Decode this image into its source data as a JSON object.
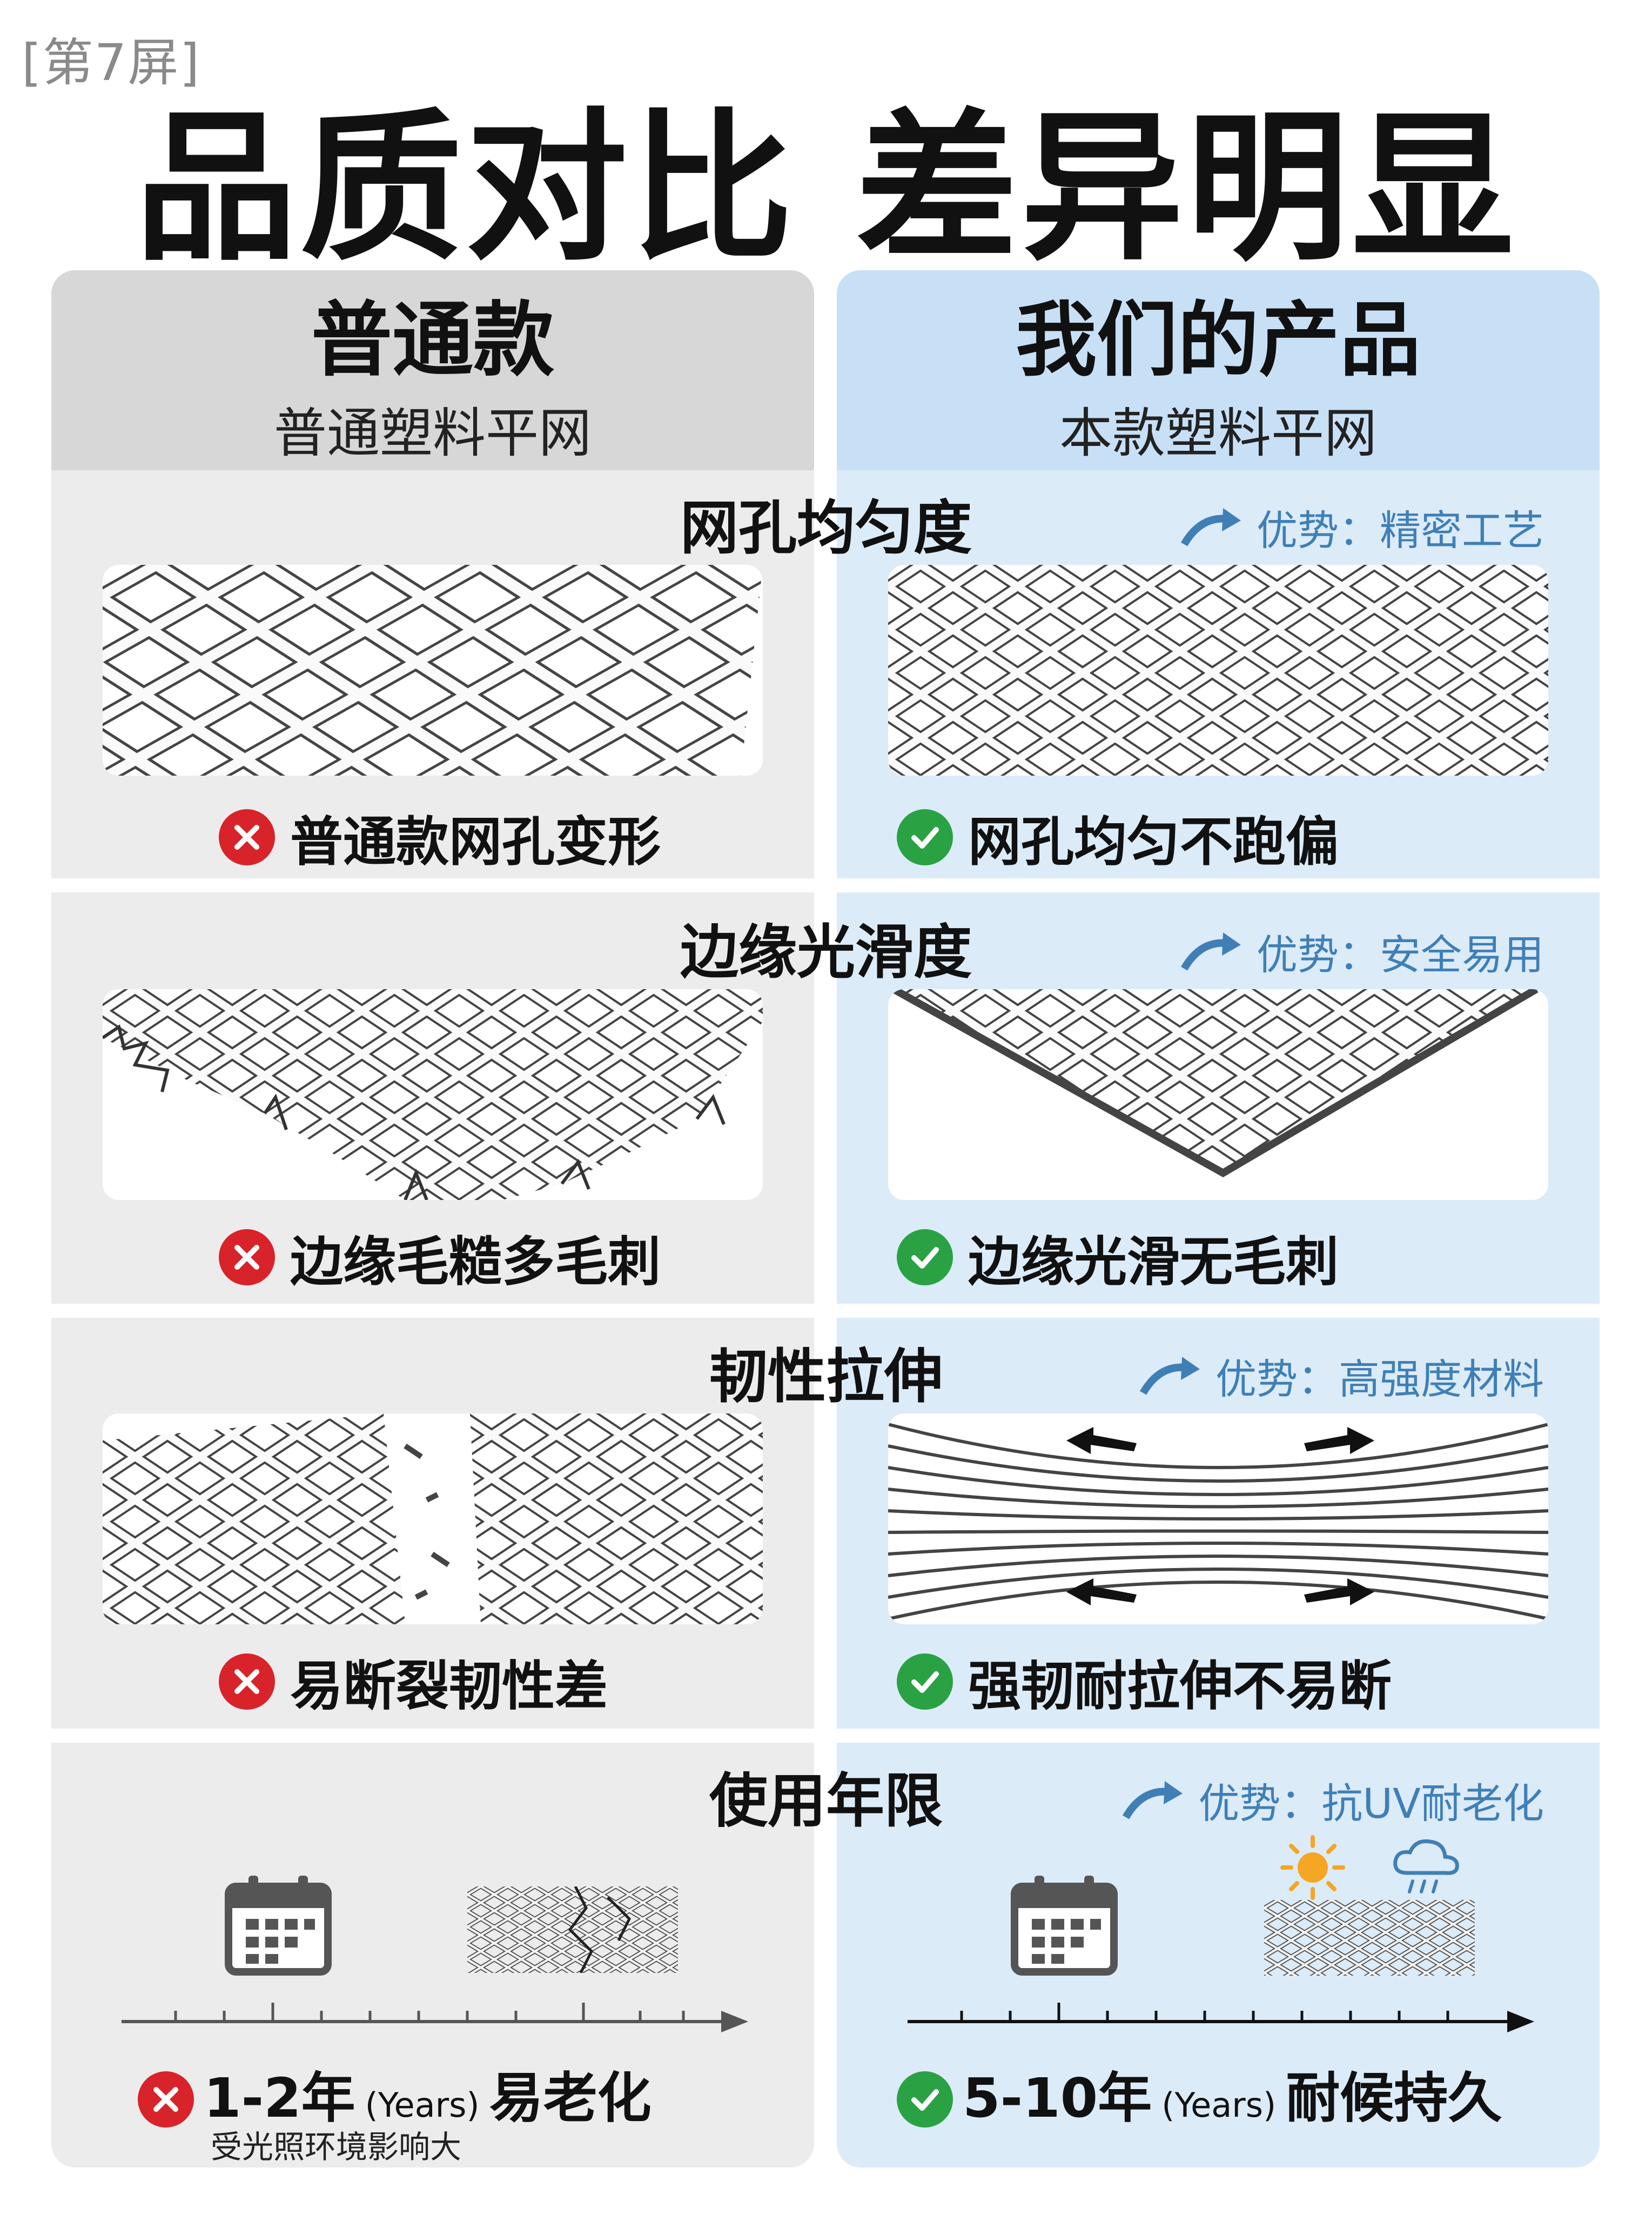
{
  "screen_tag": "[第7屏]",
  "title": "品质对比 差异明显",
  "columns": {
    "left": {
      "title": "普通款",
      "subtitle": "普通塑料平网"
    },
    "right": {
      "title": "我们的产品",
      "subtitle": "本款塑料平网"
    }
  },
  "sections": [
    {
      "title": "网孔均匀度",
      "advantage": "优势：精密工艺",
      "bad": "普通款网孔变形",
      "good": "网孔均匀不跑偏"
    },
    {
      "title": "边缘光滑度",
      "advantage": "优势：安全易用",
      "bad": "边缘毛糙多毛刺",
      "good": "边缘光滑无毛刺"
    },
    {
      "title": "韧性拉伸",
      "advantage": "优势：高强度材料",
      "bad": "易断裂韧性差",
      "good": "强韧耐拉伸不易断"
    },
    {
      "title": "使用年限",
      "advantage": "优势：抗UV耐老化"
    }
  ],
  "lifespan": {
    "bad_range": "1-2年",
    "bad_unit": "(Years)",
    "bad_label": "易老化",
    "bad_note": "受光照环境影响大",
    "good_range": "5-10年",
    "good_unit": "(Years)",
    "good_label": "耐候持久"
  },
  "colors": {
    "bad": "#d8232a",
    "good": "#2aa244",
    "accent": "#3f7fb6",
    "left_bg": "#ececec",
    "right_bg": "#dcebf8"
  }
}
